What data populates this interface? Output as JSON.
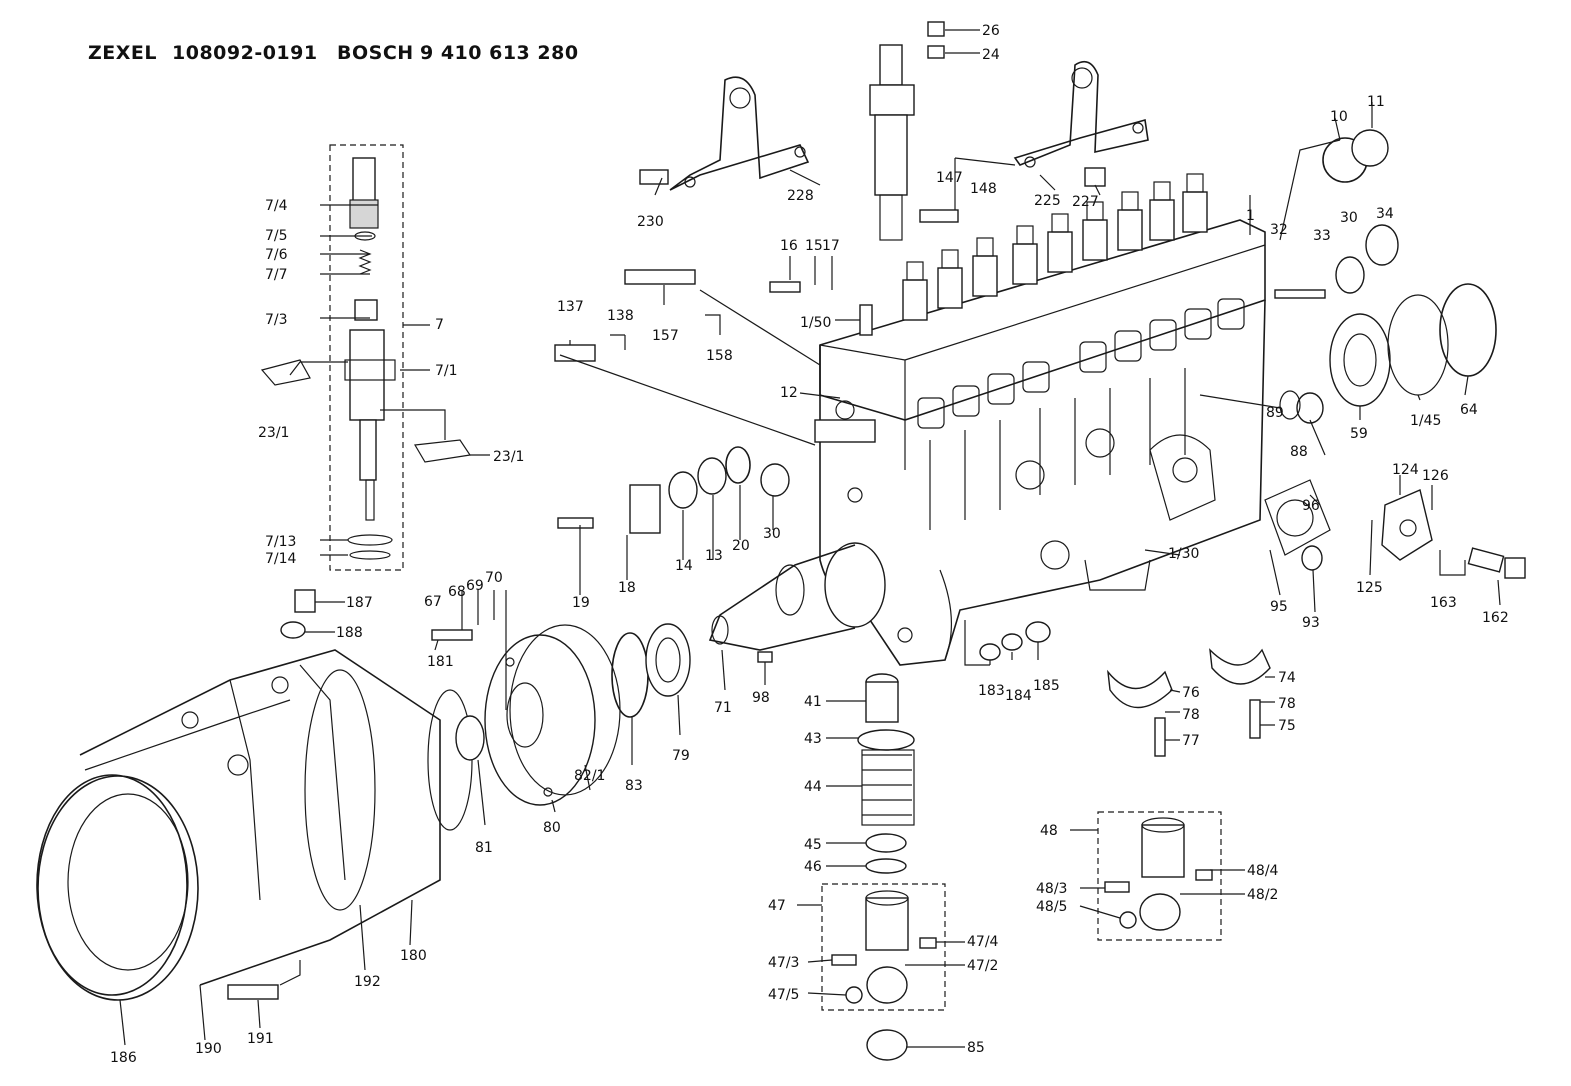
{
  "header": {
    "zexel_label": "ZEXEL",
    "zexel_number": "108092-0191",
    "bosch_label": "BOSCH",
    "bosch_number": "9 410 613 280"
  },
  "parts": [
    {
      "id": "p26",
      "label": "26"
    },
    {
      "id": "p24",
      "label": "24"
    },
    {
      "id": "p10",
      "label": "10"
    },
    {
      "id": "p11",
      "label": "11"
    },
    {
      "id": "p228",
      "label": "228"
    },
    {
      "id": "p230",
      "label": "230"
    },
    {
      "id": "p225",
      "label": "225"
    },
    {
      "id": "p227",
      "label": "227"
    },
    {
      "id": "p147",
      "label": "147"
    },
    {
      "id": "p148",
      "label": "148"
    },
    {
      "id": "p1",
      "label": "1"
    },
    {
      "id": "p32",
      "label": "32"
    },
    {
      "id": "p33",
      "label": "33"
    },
    {
      "id": "p30a",
      "label": "30"
    },
    {
      "id": "p34",
      "label": "34"
    },
    {
      "id": "p7_4",
      "label": "7/4"
    },
    {
      "id": "p7_5",
      "label": "7/5"
    },
    {
      "id": "p7_6",
      "label": "7/6"
    },
    {
      "id": "p7_7",
      "label": "7/7"
    },
    {
      "id": "p7_3",
      "label": "7/3"
    },
    {
      "id": "p7",
      "label": "7"
    },
    {
      "id": "p7_1",
      "label": "7/1"
    },
    {
      "id": "p23_1a",
      "label": "23/1"
    },
    {
      "id": "p23_1b",
      "label": "23/1"
    },
    {
      "id": "p7_13",
      "label": "7/13"
    },
    {
      "id": "p7_14",
      "label": "7/14"
    },
    {
      "id": "p16",
      "label": "16"
    },
    {
      "id": "p15",
      "label": "15"
    },
    {
      "id": "p17",
      "label": "17"
    },
    {
      "id": "p1_50",
      "label": "1/50"
    },
    {
      "id": "p157",
      "label": "157"
    },
    {
      "id": "p158",
      "label": "158"
    },
    {
      "id": "p137",
      "label": "137"
    },
    {
      "id": "p138",
      "label": "138"
    },
    {
      "id": "p12",
      "label": "12"
    },
    {
      "id": "p59",
      "label": "59"
    },
    {
      "id": "p1_45",
      "label": "1/45"
    },
    {
      "id": "p64",
      "label": "64"
    },
    {
      "id": "p89",
      "label": "89"
    },
    {
      "id": "p88",
      "label": "88"
    },
    {
      "id": "p96",
      "label": "96"
    },
    {
      "id": "p124",
      "label": "124"
    },
    {
      "id": "p126",
      "label": "126"
    },
    {
      "id": "p125",
      "label": "125"
    },
    {
      "id": "p163",
      "label": "163"
    },
    {
      "id": "p162",
      "label": "162"
    },
    {
      "id": "p95",
      "label": "95"
    },
    {
      "id": "p93",
      "label": "93"
    },
    {
      "id": "p1_30",
      "label": "1/30"
    },
    {
      "id": "p19",
      "label": "19"
    },
    {
      "id": "p18",
      "label": "18"
    },
    {
      "id": "p14",
      "label": "14"
    },
    {
      "id": "p13",
      "label": "13"
    },
    {
      "id": "p20",
      "label": "20"
    },
    {
      "id": "p30b",
      "label": "30"
    },
    {
      "id": "p187",
      "label": "187"
    },
    {
      "id": "p188",
      "label": "188"
    },
    {
      "id": "p67",
      "label": "67"
    },
    {
      "id": "p68",
      "label": "68"
    },
    {
      "id": "p69",
      "label": "69"
    },
    {
      "id": "p70",
      "label": "70"
    },
    {
      "id": "p181",
      "label": "181"
    },
    {
      "id": "p183",
      "label": "183"
    },
    {
      "id": "p184",
      "label": "184"
    },
    {
      "id": "p185",
      "label": "185"
    },
    {
      "id": "p76",
      "label": "76"
    },
    {
      "id": "p78a",
      "label": "78"
    },
    {
      "id": "p77",
      "label": "77"
    },
    {
      "id": "p74",
      "label": "74"
    },
    {
      "id": "p78b",
      "label": "78"
    },
    {
      "id": "p75",
      "label": "75"
    },
    {
      "id": "p71",
      "label": "71"
    },
    {
      "id": "p98",
      "label": "98"
    },
    {
      "id": "p79",
      "label": "79"
    },
    {
      "id": "p83",
      "label": "83"
    },
    {
      "id": "p82_1",
      "label": "82/1"
    },
    {
      "id": "p80",
      "label": "80"
    },
    {
      "id": "p81",
      "label": "81"
    },
    {
      "id": "p41",
      "label": "41"
    },
    {
      "id": "p43",
      "label": "43"
    },
    {
      "id": "p44",
      "label": "44"
    },
    {
      "id": "p45",
      "label": "45"
    },
    {
      "id": "p46",
      "label": "46"
    },
    {
      "id": "p48",
      "label": "48"
    },
    {
      "id": "p48_4",
      "label": "48/4"
    },
    {
      "id": "p48_3",
      "label": "48/3"
    },
    {
      "id": "p48_2",
      "label": "48/2"
    },
    {
      "id": "p48_5",
      "label": "48/5"
    },
    {
      "id": "p47",
      "label": "47"
    },
    {
      "id": "p47_4",
      "label": "47/4"
    },
    {
      "id": "p47_3",
      "label": "47/3"
    },
    {
      "id": "p47_2",
      "label": "47/2"
    },
    {
      "id": "p47_5",
      "label": "47/5"
    },
    {
      "id": "p85",
      "label": "85"
    },
    {
      "id": "p180",
      "label": "180"
    },
    {
      "id": "p192",
      "label": "192"
    },
    {
      "id": "p191",
      "label": "191"
    },
    {
      "id": "p190",
      "label": "190"
    },
    {
      "id": "p186",
      "label": "186"
    }
  ]
}
